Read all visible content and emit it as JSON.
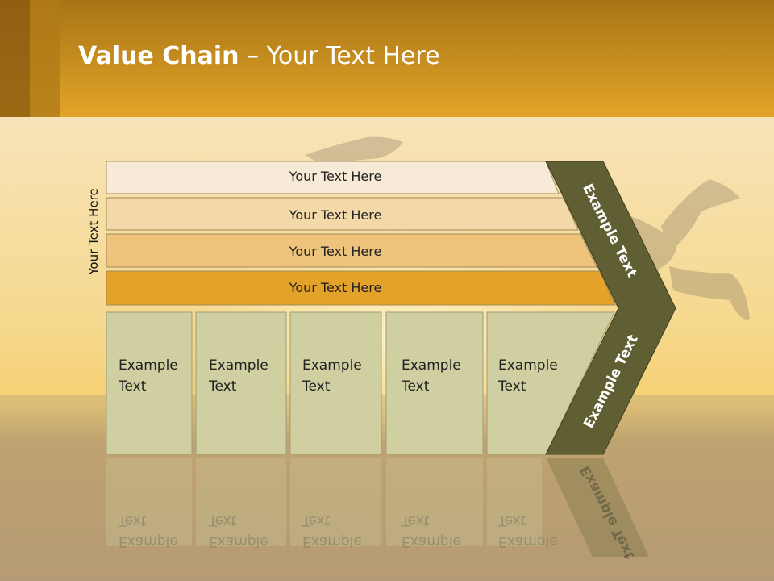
{
  "title": {
    "bold": "Value Chain",
    "rest": " – Your Text Here"
  },
  "side_label": "Your Text Here",
  "support_rows": [
    "Your Text Here",
    "Your Text Here",
    "Your Text Here",
    "Your Text Here"
  ],
  "activities": [
    {
      "line1": "Example",
      "line2": "Text"
    },
    {
      "line1": "Example",
      "line2": "Text"
    },
    {
      "line1": "Example",
      "line2": "Text"
    },
    {
      "line1": "Example",
      "line2": "Text"
    },
    {
      "line1": "Example",
      "line2": "Text"
    }
  ],
  "chevron": {
    "upper": "Example Text",
    "lower": "Example Text"
  },
  "colors": {
    "header": "#d89a1e",
    "row1": "#f7ead6",
    "row2": "#f3d8a8",
    "row3": "#eec47d",
    "row4": "#e3a22a",
    "activity": "#cfcfa2",
    "chevron": "#5f5f33"
  }
}
